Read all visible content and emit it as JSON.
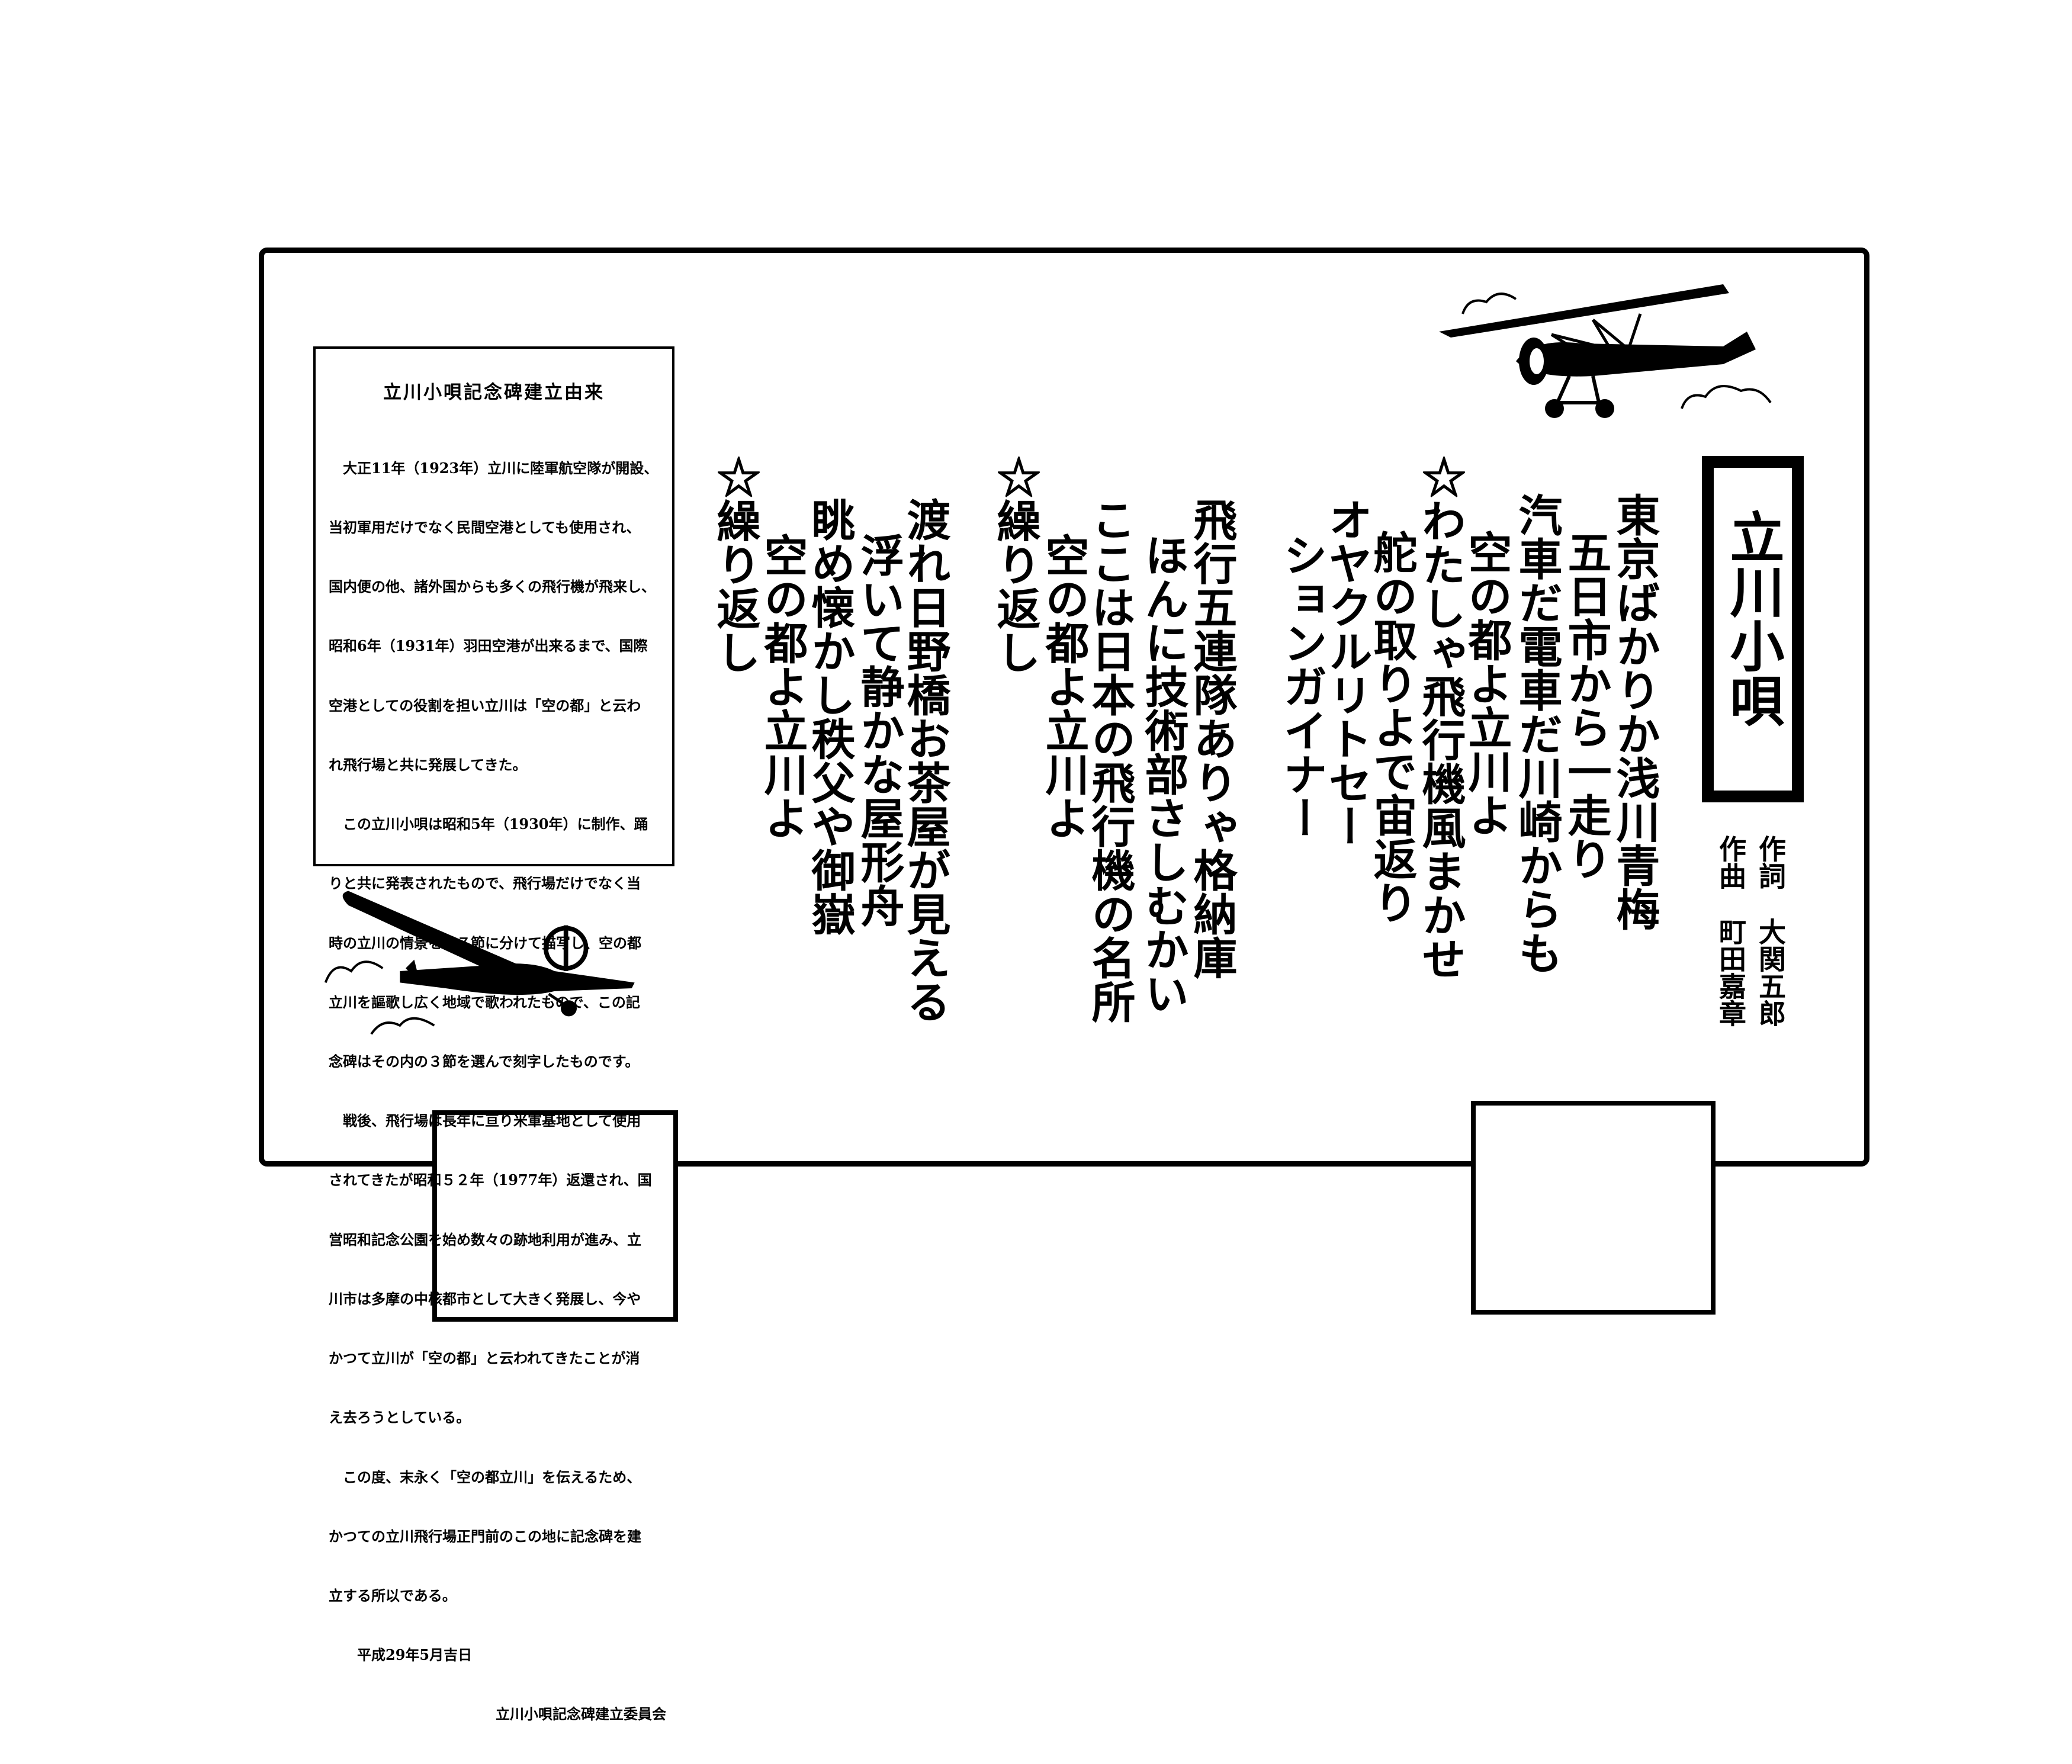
{
  "song_title": "立川小唄",
  "credits": {
    "lyricist_label": "作詞",
    "lyricist": "大関五郎",
    "composer_label": "作曲",
    "composer": "町田嘉章"
  },
  "lyrics": {
    "verse1": [
      "東京ばかりか浅川青梅",
      "五日市から一走り",
      "汽車だ電車だ川崎からも",
      "空の都よ立川よ",
      "☆わたしゃ飛行機風まかせ",
      "舵の取りよで宙返り",
      "オヤクルリトセー",
      "ションガイナー"
    ],
    "verse2": [
      "飛行五連隊ありゃ格納庫",
      "ほんに技術部さしむかい",
      "ここは日本の飛行機の名所",
      "空の都よ立川よ",
      "☆繰り返し"
    ],
    "verse3": [
      "渡れ日野橋お茶屋が見える",
      "浮いて静かな屋形舟",
      "眺め懐かし秩父や御嶽",
      "空の都よ立川よ",
      "☆繰り返し"
    ]
  },
  "info": {
    "title": "立川小唄記念碑建立由来",
    "lines": [
      "　大正11年（1923年）立川に陸軍航空隊が開設、",
      "当初軍用だけでなく民間空港としても使用され、",
      "国内便の他、諸外国からも多くの飛行機が飛来し、",
      "昭和6年（1931年）羽田空港が出来るまで、国際",
      "空港としての役割を担い立川は「空の都」と云わ",
      "れ飛行場と共に発展してきた。",
      "　この立川小唄は昭和5年（1930年）に制作、踊",
      "りと共に発表されたもので、飛行場だけでなく当",
      "時の立川の情景を２７節に分けて描写し、空の都",
      "立川を謳歌し広く地域で歌われたもので、この記",
      "念碑はその内の３節を選んで刻字したものです。",
      "　戦後、飛行場は長年に亘り米軍基地として使用",
      "されてきたが昭和５２年（1977年）返還され、国",
      "営昭和記念公園を始め数々の跡地利用が進み、立",
      "川市は多摩の中核都市として大きく発展し、今や",
      "かつて立川が「空の都」と云われてきたことが消",
      "え去ろうとしている。",
      "　この度、末永く「空の都立川」を伝えるため、",
      "かつての立川飛行場正門前のこの地に記念碑を建",
      "立する所以である。",
      "　　平成29年5月吉日"
    ],
    "signature": "立川小唄記念碑建立委員会"
  },
  "icons": [
    "biplane-silhouette",
    "monoplane-silhouette",
    "cloud-outline"
  ]
}
